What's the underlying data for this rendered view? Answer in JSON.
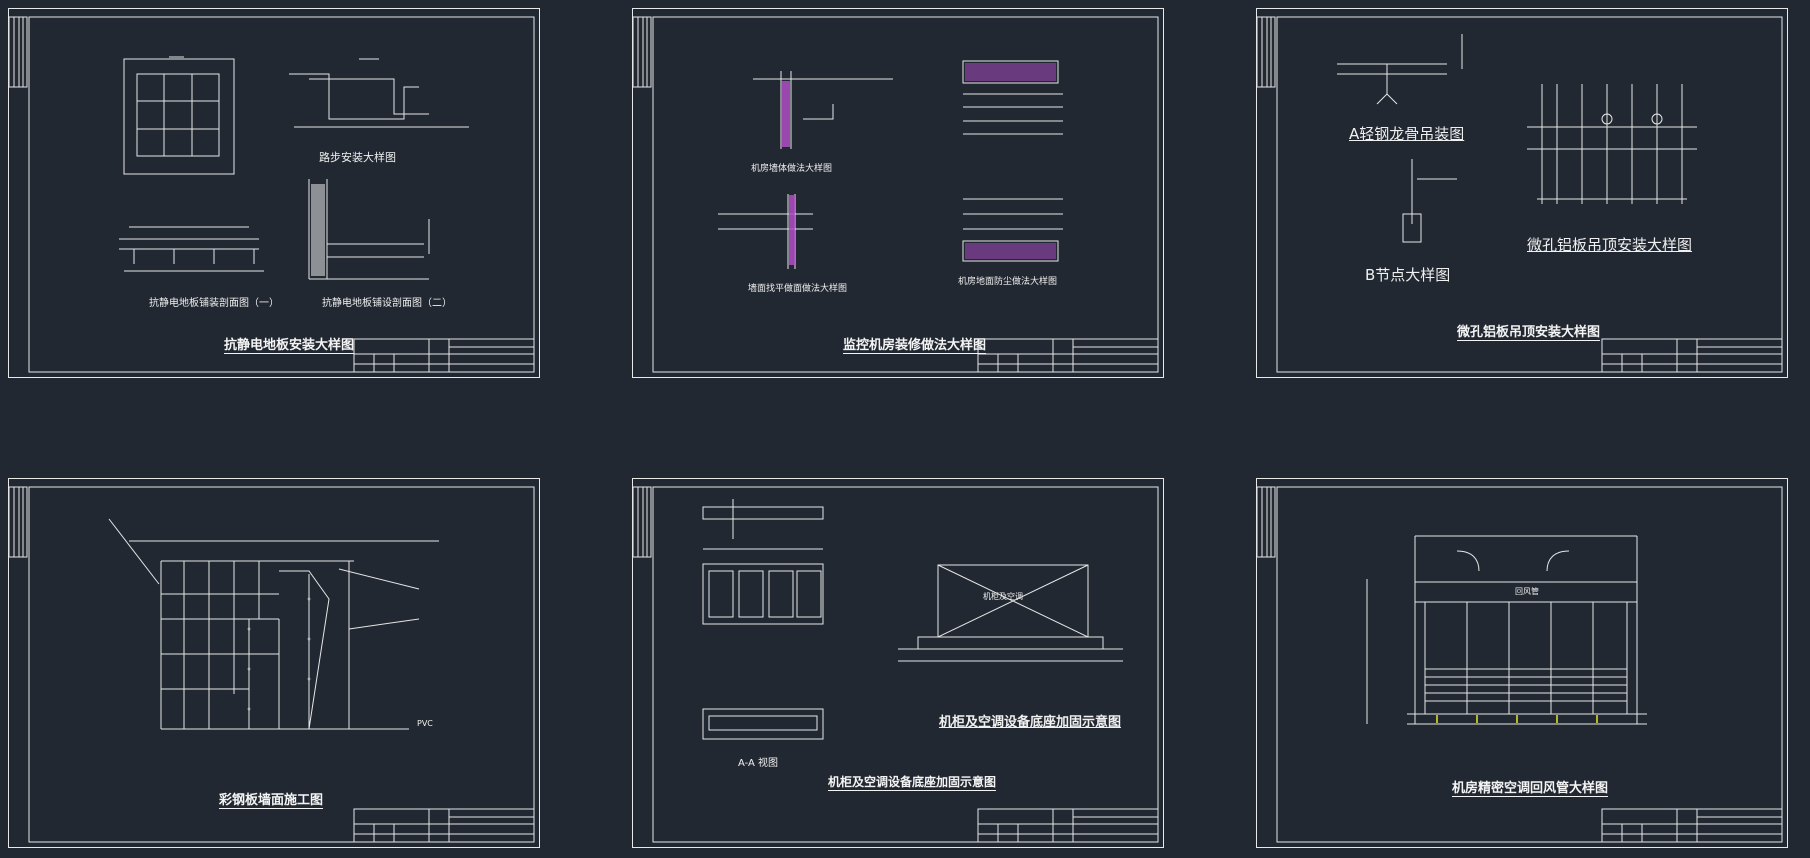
{
  "app": {
    "background": "#222831",
    "line_color": "#e8e8e8",
    "accent_magenta": "#b04ec8",
    "accent_yellow": "#e6e62a"
  },
  "sheets": [
    {
      "title": "抗静电地板安装大样图",
      "sub_labels": [
        "路步安装大样图",
        "抗静电地板铺装剖面图（一）",
        "抗静电地板铺设剖面图（二）"
      ]
    },
    {
      "title": "监控机房装修做法大样图",
      "sub_labels": [
        "机房墙体做法大样图",
        "墙面找平做面做法大样图",
        "机房地面防尘做法大样图"
      ]
    },
    {
      "title": "微孔铝板吊顶安装大样图",
      "sub_labels": [
        "A轻钢龙骨吊装图",
        "B节点大样图",
        "微孔铝板吊顶安装大样图"
      ]
    },
    {
      "title": "彩钢板墙面施工图",
      "sub_labels": [
        "PVC"
      ]
    },
    {
      "title": "机柜及空调设备底座加固示意图",
      "sub_labels": [
        "机柜及空调设备底座加固示意图",
        "A-A 视图",
        "机柜及空调"
      ]
    },
    {
      "title": "机房精密空调回风管大样图",
      "sub_labels": [
        "回风管"
      ]
    }
  ]
}
